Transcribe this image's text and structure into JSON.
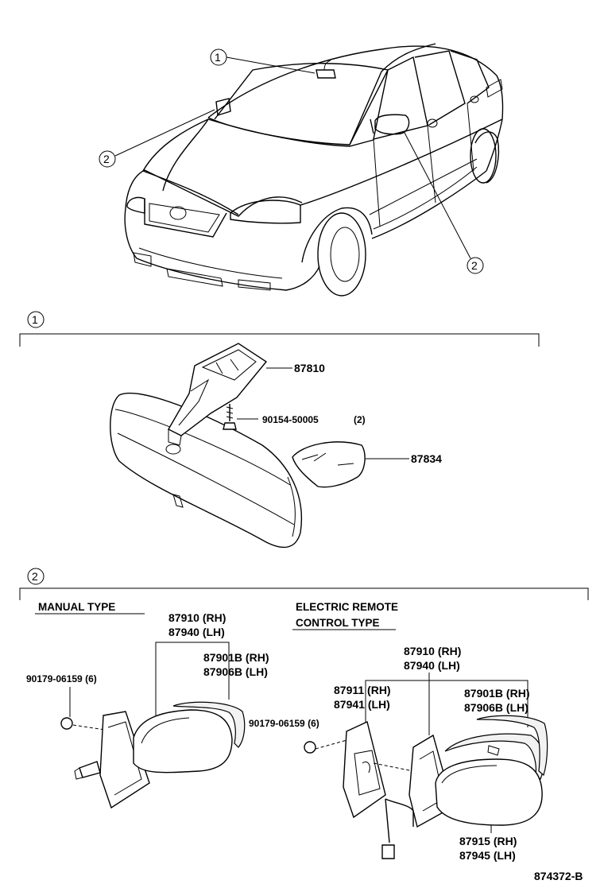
{
  "callouts": {
    "one": "1",
    "two": "2"
  },
  "section1": {
    "marker": "1",
    "parts": {
      "mirror_stay": "87810",
      "screw": "90154-50005",
      "screw_qty": "(2)",
      "cover": "87834"
    }
  },
  "section2": {
    "marker": "2",
    "manual": {
      "header": "MANUAL TYPE",
      "mirror_rh": "87910 (RH)",
      "mirror_lh": "87940 (LH)",
      "outer_rh": "87901B (RH)",
      "outer_lh": "87906B (LH)",
      "screw_left": "90179-06159 (6)",
      "screw_right": "90179-06159 (6)"
    },
    "electric": {
      "header_line1": "ELECTRIC REMOTE",
      "header_line2": "CONTROL TYPE",
      "mirror_rh": "87910 (RH)",
      "mirror_lh": "87940 (LH)",
      "motor_rh": "87911 (RH)",
      "motor_lh": "87941 (LH)",
      "outer_rh": "87901B (RH)",
      "outer_lh": "87906B (LH)",
      "glass_rh": "87915 (RH)",
      "glass_lh": "87945 (LH)"
    }
  },
  "figure_id": "874372-B"
}
